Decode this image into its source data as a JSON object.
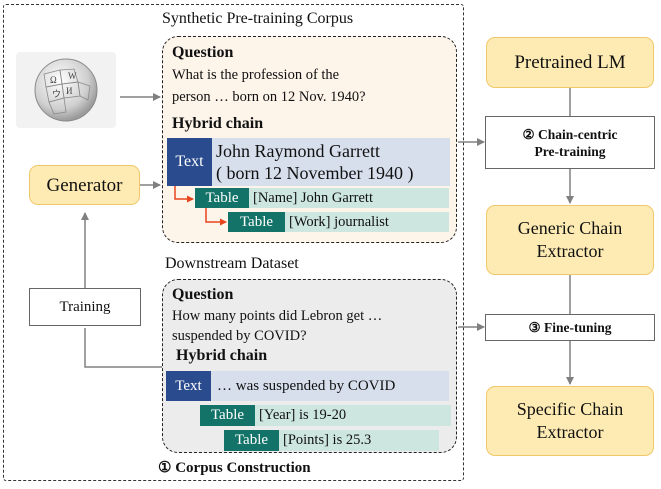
{
  "corpus_box": {
    "title": "Synthetic Pre-training Corpus",
    "question_label": "Question",
    "question_lines": [
      "What is the profession of the",
      "person … born on 12 Nov. 1940?"
    ],
    "hybrid_label": "Hybrid chain",
    "text_tag": "Text",
    "text_lines": [
      "John Raymond Garrett",
      "( born 12 November 1940 )"
    ],
    "table1_tag": "Table",
    "table1_text": "[Name] John Garrett",
    "table2_tag": "Table",
    "table2_text": "[Work] journalist"
  },
  "downstream_box": {
    "title": "Downstream Dataset",
    "question_label": "Question",
    "question_lines": [
      "How many points did Lebron get …",
      "suspended by COVID?"
    ],
    "hybrid_label": "Hybrid chain",
    "text_tag": "Text",
    "text_body": "… was suspended by COVID",
    "table1_tag": "Table",
    "table1_text": "[Year] is 19-20",
    "table2_tag": "Table",
    "table2_text": "[Points] is 25.3"
  },
  "generator_label": "Generator",
  "training_label": "Training",
  "corpus_construction_label": "① Corpus Construction",
  "right_column": {
    "pretrained_lm": "Pretrained LM",
    "step2_lines": [
      "② Chain-centric",
      "Pre-training"
    ],
    "generic_lines": [
      "Generic Chain",
      "Extractor"
    ],
    "step3": "③ Fine-tuning",
    "specific_lines": [
      "Specific Chain",
      "Extractor"
    ]
  },
  "colors": {
    "pill_fill": "#fdebb3",
    "text_tag": "#2a4b8d",
    "text_body": "#d7dfed",
    "table_tag": "#137368",
    "table_body": "#cde7e0",
    "corpus_bg": "#fdf4ea",
    "downstream_bg": "#ececec",
    "connector": "#e8441e"
  },
  "icons": {
    "wikipedia": "wikipedia-globe-icon"
  }
}
